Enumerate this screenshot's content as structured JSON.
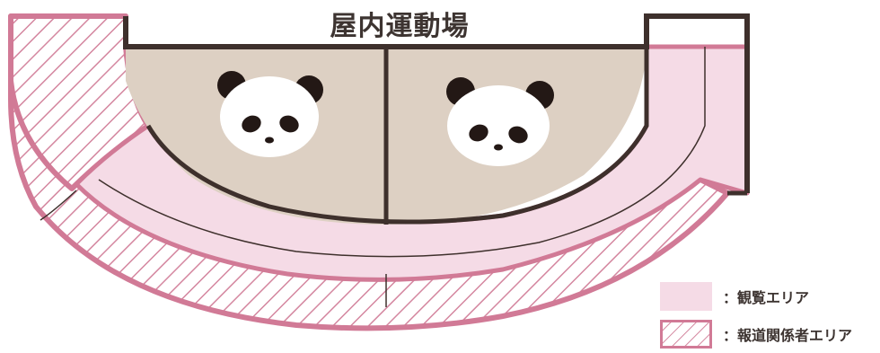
{
  "title": "屋内運動場",
  "legend": {
    "viewing_label": "：観覧エリア",
    "press_label": "：報道関係者エリア"
  },
  "colors": {
    "viewing_area": "#f5dbe6",
    "press_area_border": "#d17a96",
    "hatch_line": "#d4869f",
    "floor": "#ddd0c3",
    "wall": "#3e302c"
  },
  "icons": [
    "panda-left-icon",
    "panda-right-icon"
  ]
}
